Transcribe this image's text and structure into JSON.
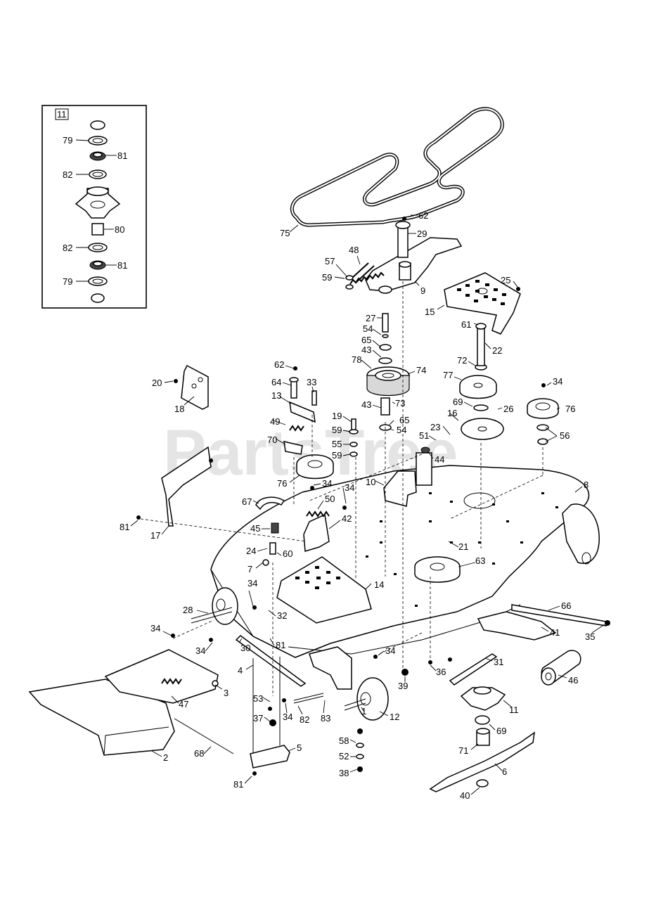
{
  "watermark": "PartsTree",
  "inset": {
    "ref": "11",
    "labels": [
      "79",
      "81",
      "82",
      "80",
      "82",
      "81",
      "79"
    ]
  },
  "callouts": {
    "c75": "75",
    "c62a": "62",
    "c29": "29",
    "c48": "48",
    "c57": "57",
    "c59a": "59",
    "c9": "9",
    "c25": "25",
    "c15": "15",
    "c27": "27",
    "c54a": "54",
    "c65a": "65",
    "c43a": "43",
    "c78": "78",
    "c74": "74",
    "c61": "61",
    "c22": "22",
    "c72": "72",
    "c77": "77",
    "c62b": "62",
    "c64": "64",
    "c33": "33",
    "c13": "13",
    "c20": "20",
    "c18": "18",
    "c19": "19",
    "c59b": "59",
    "c55": "55",
    "c59c": "59",
    "c43b": "43",
    "c73": "73",
    "c65b": "65",
    "c54b": "54",
    "c69a": "69",
    "c16": "16",
    "c26": "26",
    "c34a": "34",
    "c76a": "76",
    "c56": "56",
    "c49": "49",
    "c70": "70",
    "c51": "51",
    "c23": "23",
    "c44": "44",
    "c76b": "76",
    "c34b": "34",
    "c34c": "34",
    "c10": "10",
    "c8": "8",
    "c67": "67",
    "c50": "50",
    "c42": "42",
    "c81a": "81",
    "c17": "17",
    "c45": "45",
    "c24": "24",
    "c60": "60",
    "c21": "21",
    "c63": "63",
    "c7": "7",
    "c34d": "34",
    "c14": "14",
    "c28": "28",
    "c32": "32",
    "c66": "66",
    "c41": "41",
    "c35": "35",
    "c34e": "34",
    "c34f": "34",
    "c30": "30",
    "c81b": "81",
    "c34g": "34",
    "c31": "31",
    "c4": "4",
    "c3": "3",
    "c47": "47",
    "c39": "39",
    "c36": "36",
    "c46": "46",
    "c53": "53",
    "c37": "37",
    "c34h": "34",
    "c82": "82",
    "c83": "83",
    "c1": "1",
    "c12": "12",
    "c11": "11",
    "c69b": "69",
    "c58": "58",
    "c52": "52",
    "c71": "71",
    "c2": "2",
    "c68": "68",
    "c5": "5",
    "c38": "38",
    "c6": "6",
    "c81c": "81",
    "c40": "40"
  }
}
